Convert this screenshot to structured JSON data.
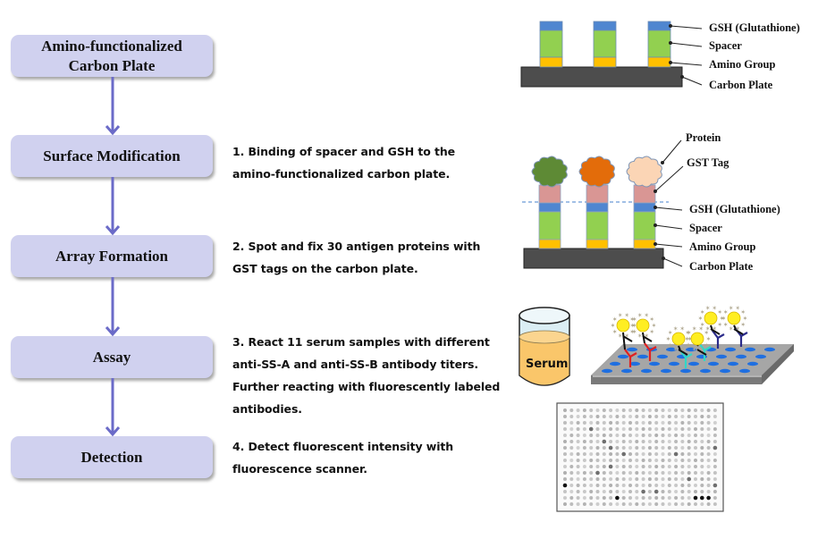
{
  "flow": {
    "steps": [
      {
        "lines": [
          "Amino-functionalized",
          "Carbon Plate"
        ]
      },
      {
        "lines": [
          "Surface Modification"
        ]
      },
      {
        "lines": [
          "Array Formation"
        ]
      },
      {
        "lines": [
          "Assay"
        ]
      },
      {
        "lines": [
          "Detection"
        ]
      }
    ],
    "arrow_color": "#6b6bc8",
    "box_color": "#d0d1ef"
  },
  "descriptions": [
    {
      "lines": [
        "1. Binding of spacer and GSH to the",
        "amino-functionalized carbon plate."
      ]
    },
    {
      "lines": [
        "2. Spot and fix 30 antigen proteins with",
        "GST tags on the carbon plate."
      ]
    },
    {
      "lines": [
        "3. React 11 serum samples with different",
        "anti-SS-A and anti-SS-B antibody titers.",
        "Further reacting with fluorescently labeled",
        "antibodies."
      ]
    },
    {
      "lines": [
        "4. Detect fluorescent intensity with",
        "fluorescence scanner."
      ]
    }
  ],
  "diagram1": {
    "labels": {
      "gsh": "GSH (Glutathione)",
      "spacer": "Spacer",
      "amino": "Amino Group",
      "plate": "Carbon Plate"
    }
  },
  "diagram2": {
    "labels": {
      "protein": "Protein",
      "gst": "GST Tag",
      "gsh": "GSH (Glutathione)",
      "spacer": "Spacer",
      "amino": "Amino Group",
      "plate": "Carbon Plate"
    },
    "protein_colors": [
      "#5e8a35",
      "#e36c0a",
      "#fbd5b5"
    ]
  },
  "assay": {
    "serum_label": "Serum"
  },
  "colors": {
    "gsh": "#4f86d0",
    "spacer": "#92d050",
    "amino": "#ffc000",
    "plate": "#4d4d4d",
    "gst_tag": "#d99694",
    "serum": "#fac66a",
    "well": "#1f6fe0",
    "fluor": "#ffee22"
  },
  "scan": {
    "rows": 16,
    "cols": 24,
    "bright_spots": [
      [
        14,
        20
      ],
      [
        14,
        21
      ],
      [
        14,
        22
      ],
      [
        12,
        0
      ],
      [
        11,
        19
      ],
      [
        13,
        12
      ],
      [
        13,
        14
      ],
      [
        14,
        8
      ],
      [
        10,
        5
      ],
      [
        5,
        6
      ],
      [
        3,
        4
      ],
      [
        6,
        7
      ],
      [
        9,
        7
      ],
      [
        7,
        9
      ],
      [
        7,
        17
      ],
      [
        6,
        23
      ],
      [
        12,
        23
      ]
    ]
  }
}
